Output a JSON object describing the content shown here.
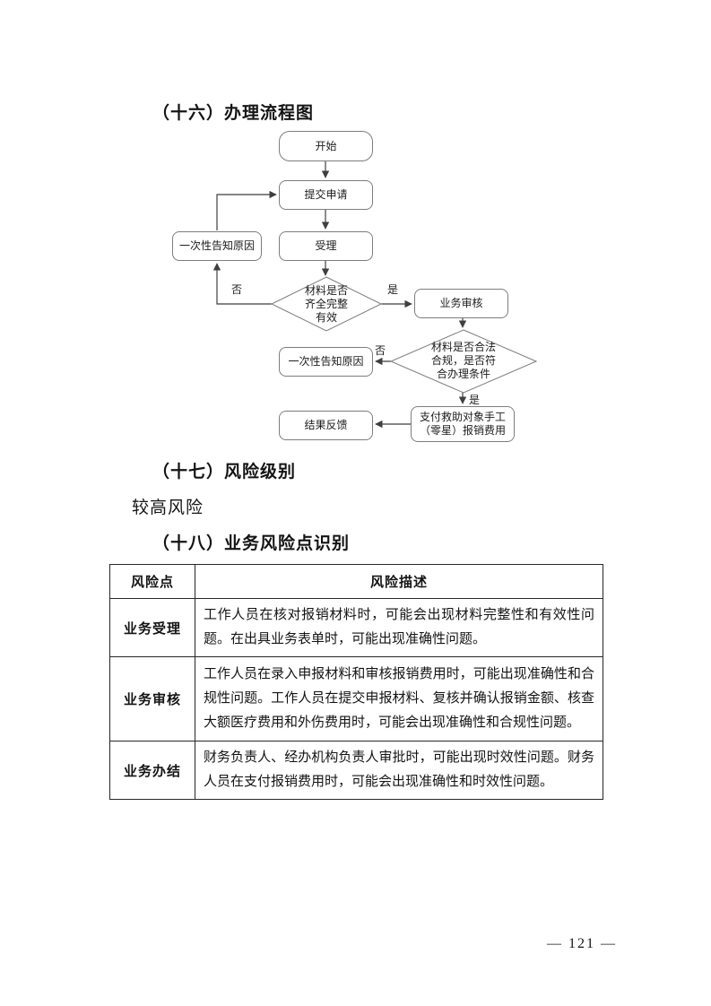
{
  "headings": {
    "h16": "（十六）办理流程图",
    "h17": "（十七）风险级别",
    "risk_level": "较高风险",
    "h18": "（十八）业务风险点识别"
  },
  "flowchart": {
    "nodes": {
      "start": "开始",
      "submit": "提交申请",
      "accept": "受理",
      "notify1": "一次性告知原因",
      "check1": "材料是否齐全完整有效",
      "review": "业务审核",
      "check2": "材料是否合法合规，是否符合办理条件",
      "notify2": "一次性告知原因",
      "pay": "支付救助对象手工（零星）报销费用",
      "feedback": "结果反馈"
    },
    "labels": {
      "no1": "否",
      "yes1": "是",
      "no2": "否",
      "yes2": "是"
    }
  },
  "table": {
    "headers": [
      "风险点",
      "风险描述"
    ],
    "rows": [
      {
        "point": "业务受理",
        "desc": "工作人员在核对报销材料时，可能会出现材料完整性和有效性问题。在出具业务表单时，可能出现准确性问题。"
      },
      {
        "point": "业务审核",
        "desc": "工作人员在录入申报材料和审核报销费用时，可能出现准确性和合规性问题。工作人员在提交申报材料、复核并确认报销金额、核查大额医疗费用和外伤费用时，可能会出现准确性和合规性问题。"
      },
      {
        "point": "业务办结",
        "desc": "财务负责人、经办机构负责人审批时，可能出现时效性问题。财务人员在支付报销费用时，可能会出现准确性和时效性问题。"
      }
    ]
  },
  "page": {
    "number": "— 121 —"
  }
}
